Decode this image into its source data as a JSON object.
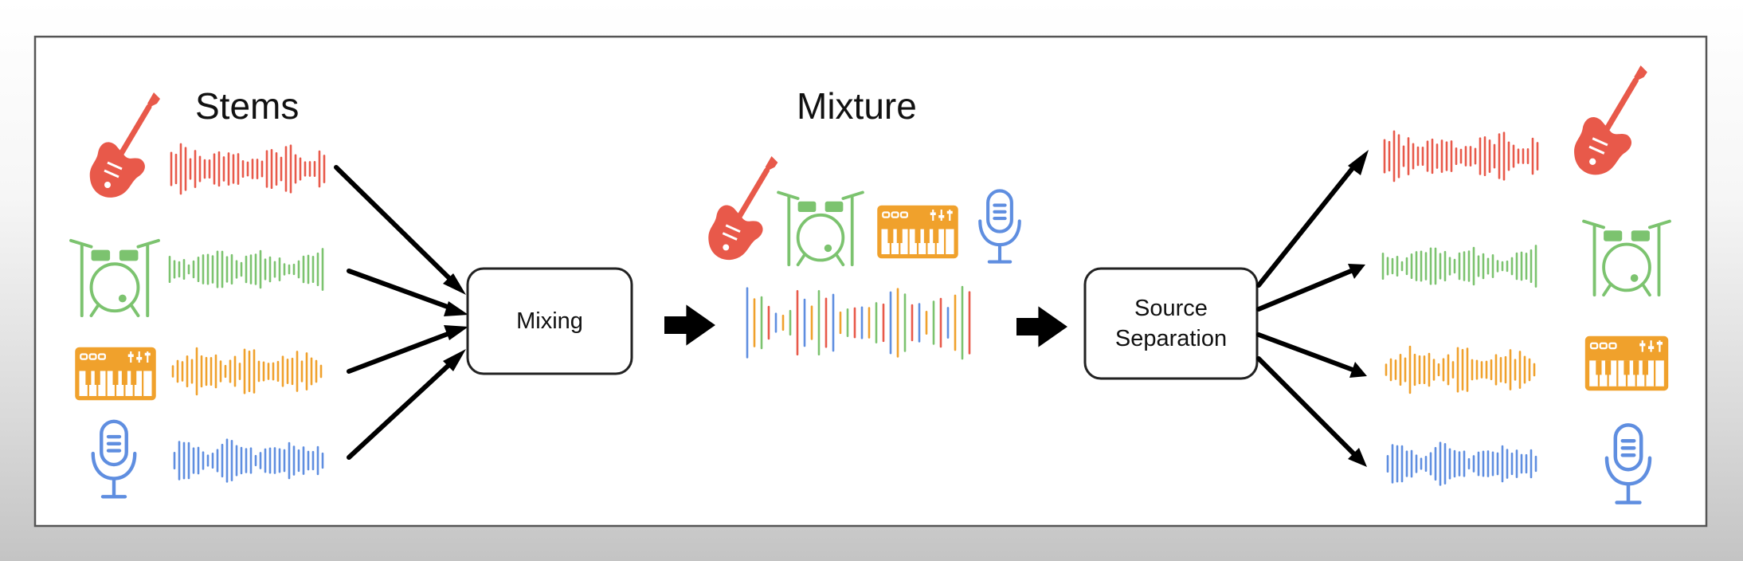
{
  "titles": {
    "stems": "Stems",
    "mixture": "Mixture"
  },
  "boxes": {
    "mixing": "Mixing",
    "separation_line1": "Source",
    "separation_line2": "Separation"
  },
  "instruments": [
    {
      "id": "guitar",
      "icon": "guitar-icon",
      "color": "#e8594a"
    },
    {
      "id": "drums",
      "icon": "drum-kit-icon",
      "color": "#7cc36f"
    },
    {
      "id": "keyboard",
      "icon": "synthesizer-icon",
      "color": "#f0a12c"
    },
    {
      "id": "vocals",
      "icon": "microphone-icon",
      "color": "#5f8ee0"
    }
  ],
  "colors": {
    "frame": "#555555",
    "panel": "#ffffff",
    "arrow": "#000000"
  }
}
